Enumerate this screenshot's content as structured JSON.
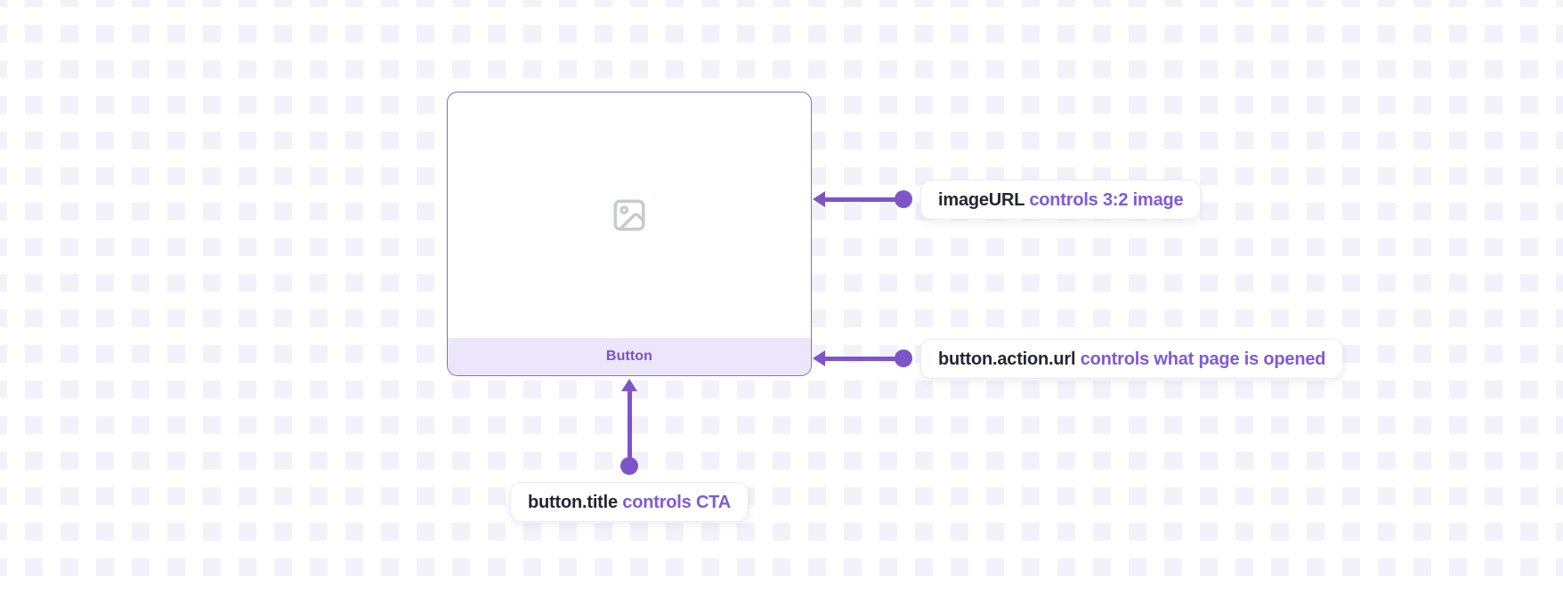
{
  "card": {
    "button_label": "Button"
  },
  "annotations": [
    {
      "field": "imageURL",
      "note": "controls 3:2 image"
    },
    {
      "field": "button.action.url",
      "note": "controls what page is opened"
    },
    {
      "field": "button.title",
      "note": "controls CTA"
    }
  ],
  "icons": {
    "card_placeholder": "image-placeholder-icon",
    "arrow_end": "arrowhead-icon",
    "arrow_start": "line-endpoint-dot"
  },
  "colors": {
    "accent": "#7D55C8",
    "annotation_highlight": "#7C5CD6",
    "annotation_text": "#23272F",
    "card_border": "#8A68CF",
    "card_footer_bg": "#EBE6F9",
    "button_text": "#7B51CC",
    "icon_gray": "#C5CAD3",
    "pattern_square": "#F3F2FB"
  }
}
